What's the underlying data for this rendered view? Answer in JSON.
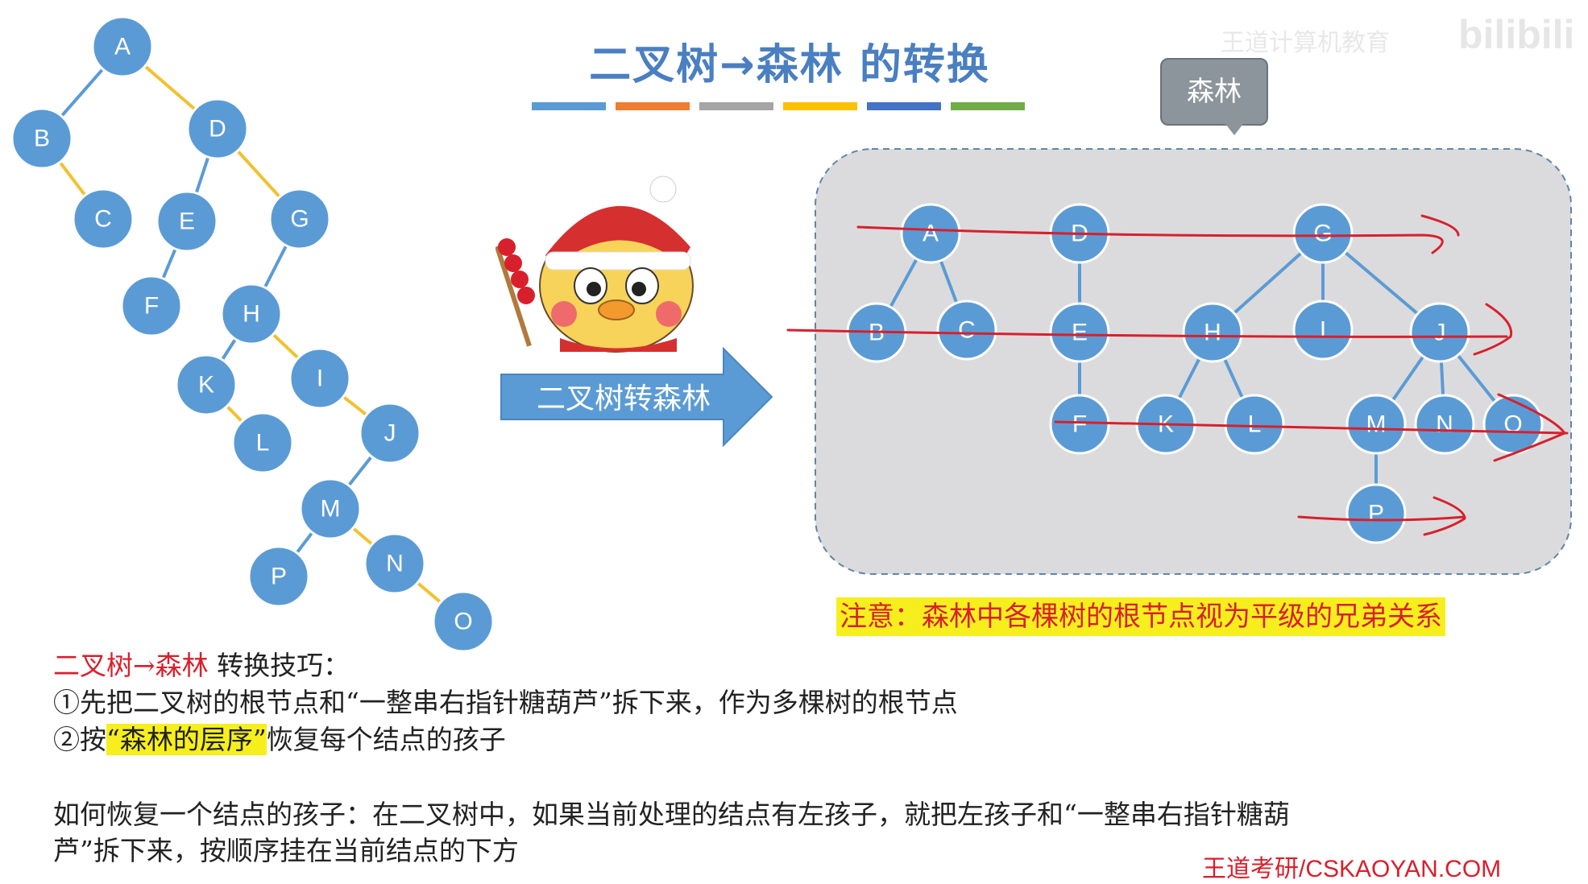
{
  "title": "二叉树→森林 的转换",
  "title_bar_colors": [
    "#5b9bd5",
    "#ed7d31",
    "#a5a5a5",
    "#ffc000",
    "#4472c4",
    "#70ad47"
  ],
  "callout_label": "森林",
  "arrow_label": "二叉树转森林",
  "note": "注意：森林中各棵树的根节点视为平级的兄弟关系",
  "tips": {
    "heading_red": "二叉树→森林",
    "heading_rest": " 转换技巧：",
    "step1": "①先把二叉树的根节点和“一整串右指针糖葫芦”拆下来，作为多棵树的根节点",
    "step2_prefix": "②按",
    "step2_highlight": "“森林的层序”",
    "step2_suffix": "恢复每个结点的孩子",
    "how_line1": "如何恢复一个结点的孩子：在二叉树中，如果当前处理的结点有左孩子，就把左孩子和“一整串右指针糖葫",
    "how_line2": "芦”拆下来，按顺序挂在当前结点的下方"
  },
  "footer": "王道考研/CSKAOYAN.COM",
  "watermark": "王道计算机教育",
  "watermark_logo": "bilibili",
  "colors": {
    "node": "#5b9bd5",
    "node_stroke": "#ffffff",
    "left_edge": "#5b9bd5",
    "right_edge": "#f2c12e",
    "forest_bg": "#dbdbdd",
    "arrow": "#5b9bd5",
    "red_pen": "#d8202c"
  },
  "binary_tree": {
    "nodes": [
      "A",
      "B",
      "C",
      "D",
      "E",
      "F",
      "G",
      "H",
      "I",
      "J",
      "K",
      "L",
      "M",
      "N",
      "O",
      "P"
    ],
    "left_children": [
      [
        "A",
        "B"
      ],
      [
        "D",
        "E"
      ],
      [
        "E",
        "F"
      ],
      [
        "G",
        "H"
      ],
      [
        "H",
        "K"
      ],
      [
        "J",
        "M"
      ],
      [
        "M",
        "P"
      ]
    ],
    "right_children": [
      [
        "A",
        "D"
      ],
      [
        "B",
        "C"
      ],
      [
        "D",
        "G"
      ],
      [
        "H",
        "I"
      ],
      [
        "K",
        "L"
      ],
      [
        "I",
        "J"
      ],
      [
        "M",
        "N"
      ],
      [
        "N",
        "O"
      ]
    ]
  },
  "forest": {
    "nodes": [
      "A",
      "B",
      "C",
      "D",
      "E",
      "F",
      "G",
      "H",
      "I",
      "J",
      "K",
      "L",
      "M",
      "N",
      "O",
      "P"
    ],
    "edges": [
      [
        "A",
        "B"
      ],
      [
        "A",
        "C"
      ],
      [
        "D",
        "E"
      ],
      [
        "E",
        "F"
      ],
      [
        "G",
        "H"
      ],
      [
        "G",
        "I"
      ],
      [
        "G",
        "J"
      ],
      [
        "H",
        "K"
      ],
      [
        "H",
        "L"
      ],
      [
        "J",
        "M"
      ],
      [
        "J",
        "N"
      ],
      [
        "J",
        "O"
      ],
      [
        "M",
        "P"
      ]
    ]
  }
}
